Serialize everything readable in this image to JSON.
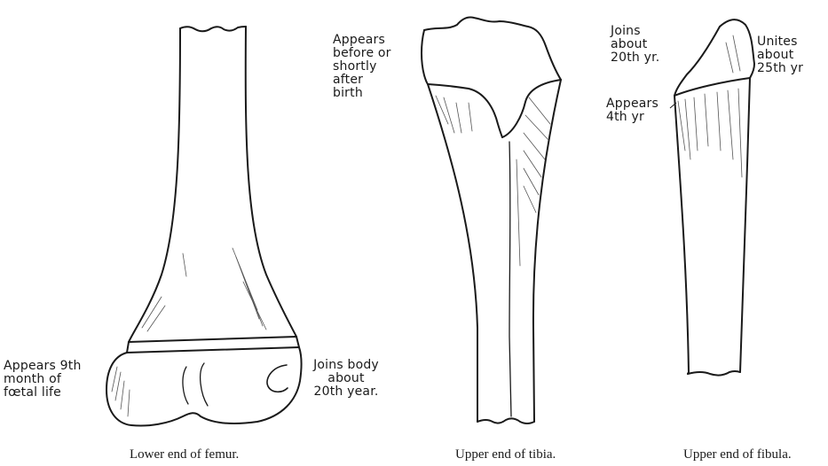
{
  "femur": {
    "label_left": [
      "Appears 9th",
      "month of",
      "fœtal life"
    ],
    "label_right": [
      "Joins body",
      "about",
      "20th year."
    ],
    "caption": "Lower end of femur."
  },
  "tibia": {
    "label_left": [
      "Appears",
      "before or",
      "shortly",
      "after",
      "birth"
    ],
    "label_right": [
      "Joins",
      "about",
      "20th yr."
    ],
    "caption": "Upper end of tibia."
  },
  "fibula": {
    "label_appears": [
      "Appears",
      "4th yr"
    ],
    "label_unites": [
      "Unites",
      "about",
      "25th yr"
    ],
    "caption": "Upper end of fibula."
  }
}
